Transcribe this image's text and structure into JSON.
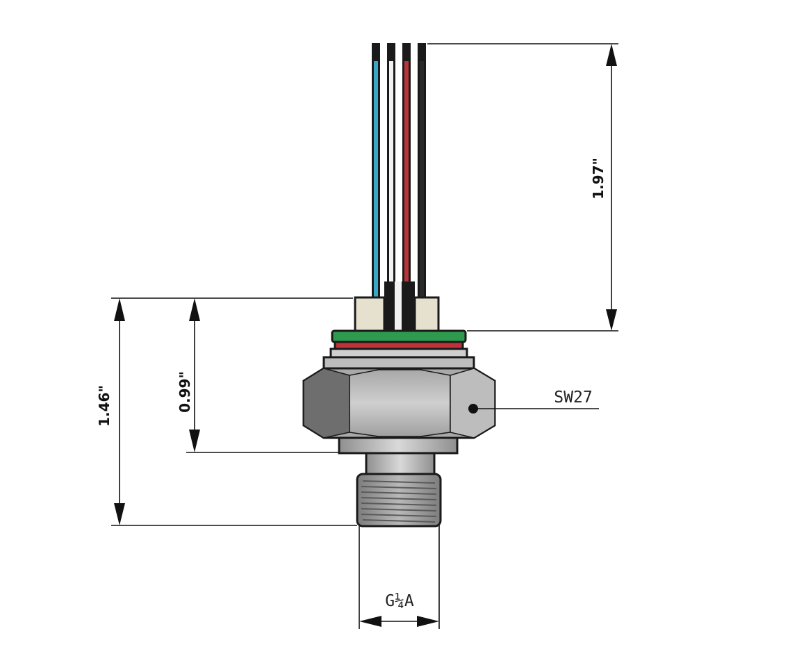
{
  "dimensions": {
    "cable_length": "1.97\"",
    "total_height": "1.46\"",
    "body_height": "0.99\"",
    "thread": "G¼A",
    "wrench_size": "SW27"
  },
  "colors": {
    "wire_blue": "#3aa6c8",
    "wire_white": "#f2f2f2",
    "wire_red": "#b8343a",
    "wire_black": "#1a1a1a",
    "seal_green": "#2e9a4e",
    "seal_red": "#c0323a",
    "metal_light": "#cfcfcf",
    "metal_mid": "#a9a9a9",
    "metal_dark": "#6e6e6e",
    "insulator": "#e6e1cf"
  }
}
